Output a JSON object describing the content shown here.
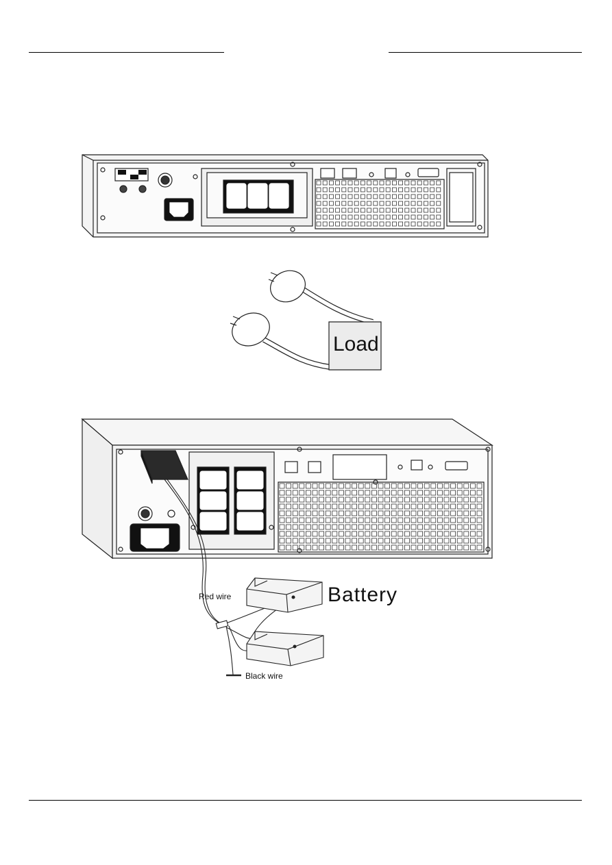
{
  "diagram1": {
    "load_label": "Load"
  },
  "diagram2": {
    "battery_label": "Battery",
    "red_wire_label": "Red wire",
    "black_wire_label": "Black wire"
  },
  "colors": {
    "line": "#222222",
    "panel_fill": "#efefef",
    "dark_socket": "#111111"
  }
}
